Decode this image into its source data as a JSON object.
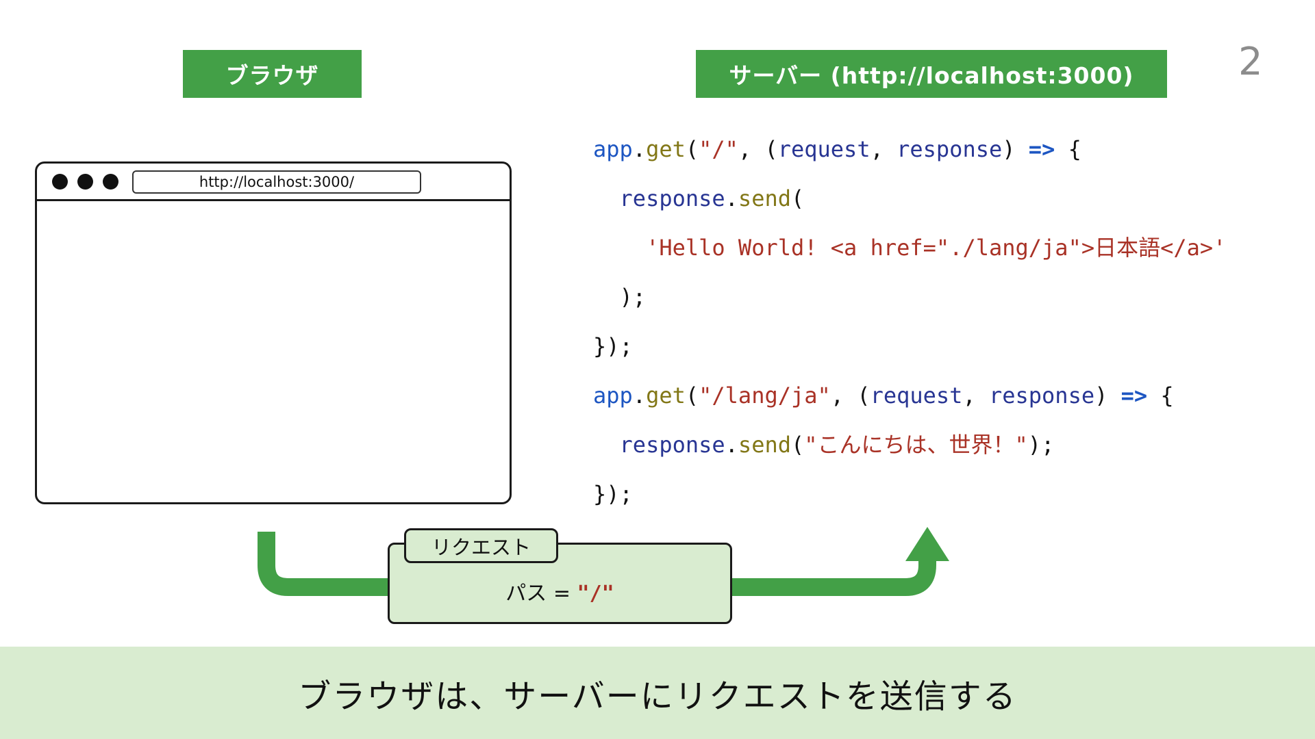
{
  "page_number": "2",
  "labels": {
    "browser": "ブラウザ",
    "server": "サーバー (http://localhost:3000)"
  },
  "browser_window": {
    "url": "http://localhost:3000/"
  },
  "code": {
    "lines": [
      [
        {
          "t": "app",
          "c": "blue"
        },
        {
          "t": ".",
          "c": "plain"
        },
        {
          "t": "get",
          "c": "olive"
        },
        {
          "t": "(",
          "c": "plain"
        },
        {
          "t": "\"/\"",
          "c": "red"
        },
        {
          "t": ", (",
          "c": "plain"
        },
        {
          "t": "request",
          "c": "navy"
        },
        {
          "t": ", ",
          "c": "plain"
        },
        {
          "t": "response",
          "c": "navy"
        },
        {
          "t": ") ",
          "c": "plain"
        },
        {
          "t": "=>",
          "c": "op"
        },
        {
          "t": " {",
          "c": "plain"
        }
      ],
      [
        {
          "t": "  ",
          "c": "plain"
        },
        {
          "t": "response",
          "c": "navy"
        },
        {
          "t": ".",
          "c": "plain"
        },
        {
          "t": "send",
          "c": "olive"
        },
        {
          "t": "(",
          "c": "plain"
        }
      ],
      [
        {
          "t": "    ",
          "c": "plain"
        },
        {
          "t": "'Hello World! <a href=\"./lang/ja\">日本語</a>'",
          "c": "red"
        }
      ],
      [
        {
          "t": "  );",
          "c": "plain"
        }
      ],
      [
        {
          "t": "});",
          "c": "plain"
        }
      ],
      [
        {
          "t": "app",
          "c": "blue"
        },
        {
          "t": ".",
          "c": "plain"
        },
        {
          "t": "get",
          "c": "olive"
        },
        {
          "t": "(",
          "c": "plain"
        },
        {
          "t": "\"/lang/ja\"",
          "c": "red"
        },
        {
          "t": ", (",
          "c": "plain"
        },
        {
          "t": "request",
          "c": "navy"
        },
        {
          "t": ", ",
          "c": "plain"
        },
        {
          "t": "response",
          "c": "navy"
        },
        {
          "t": ") ",
          "c": "plain"
        },
        {
          "t": "=>",
          "c": "op"
        },
        {
          "t": " {",
          "c": "plain"
        }
      ],
      [
        {
          "t": "  ",
          "c": "plain"
        },
        {
          "t": "response",
          "c": "navy"
        },
        {
          "t": ".",
          "c": "plain"
        },
        {
          "t": "send",
          "c": "olive"
        },
        {
          "t": "(",
          "c": "plain"
        },
        {
          "t": "\"こんにちは、世界！\"",
          "c": "red"
        },
        {
          "t": ");",
          "c": "plain"
        }
      ],
      [
        {
          "t": "});",
          "c": "plain"
        }
      ]
    ]
  },
  "request": {
    "title": "リクエスト",
    "path_label": "パス = ",
    "path_value": "\"/\""
  },
  "caption": "ブラウザは、サーバーにリクエストを送信する",
  "colors": {
    "green": "#43a047",
    "light_green": "#d9ecd0",
    "code_blue": "#1d56c2",
    "code_navy": "#283593",
    "code_olive": "#827717",
    "code_red": "#a93226"
  }
}
